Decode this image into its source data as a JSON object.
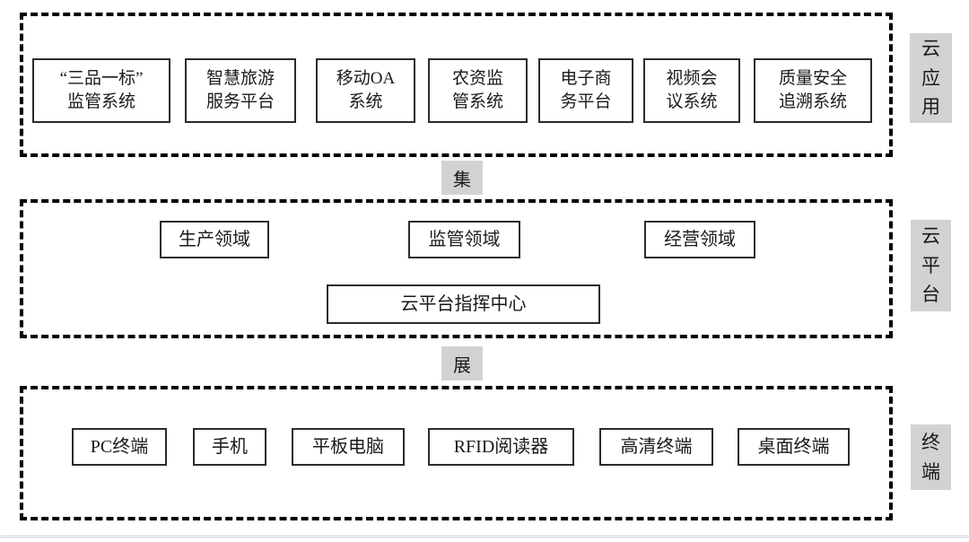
{
  "diagram": {
    "connector_top": "集",
    "connector_bottom": "展",
    "colors": {
      "label_bg": "#d2d2d2",
      "box_border": "#2b2b2b",
      "dashed_outline": "#000000",
      "text": "#1a1a1a"
    },
    "layer_app": {
      "side_label": "云应用",
      "boxes": [
        "“三品一标”\n监管系统",
        "智慧旅游\n服务平台",
        "移动OA\n系统",
        "农资监\n管系统",
        "电子商\n务平台",
        "视频会\n议系统",
        "质量安全\n追溯系统"
      ]
    },
    "layer_platform": {
      "side_label": "云平台",
      "domain_boxes": [
        "生产领域",
        "监管领域",
        "经营领域"
      ],
      "command_center": "云平台指挥中心"
    },
    "layer_terminal": {
      "side_label": "终端",
      "boxes": [
        "PC终端",
        "手机",
        "平板电脑",
        "RFID阅读器",
        "高清终端",
        "桌面终端"
      ]
    }
  }
}
